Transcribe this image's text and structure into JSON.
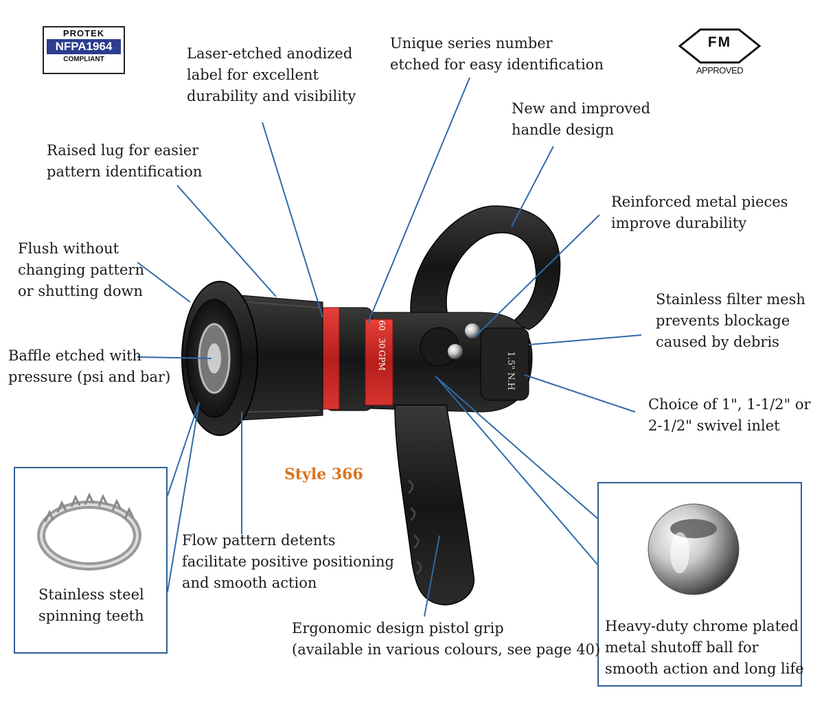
{
  "badges": {
    "protek_top": "PROTEK",
    "protek_middle": "NFPA1964",
    "protek_bottom": "COMPLIANT",
    "fm_top": "FM",
    "fm_bottom": "APPROVED"
  },
  "product_style": "Style 366",
  "nozzle_markings": {
    "gpm": "GPM",
    "gpm_30": "30",
    "gpm_60": "60",
    "inlet_size": "1.5\" N.H"
  },
  "callouts": {
    "laser_label": "Laser-etched anodized\nlabel for excellent\ndurability and visibility",
    "series_number": "Unique series number\netched for easy identification",
    "handle": "New and improved\nhandle design",
    "raised_lug": "Raised lug for easier\npattern identification",
    "reinforced": "Reinforced metal pieces\nimprove durability",
    "flush": "Flush without\nchanging pattern\nor shutting down",
    "filter": "Stainless filter mesh\nprevents blockage\ncaused by debris",
    "baffle": "Baffle etched with\npressure (psi and bar)",
    "inlet": "Choice of 1\", 1-1/2\" or\n2-1/2\" swivel inlet",
    "teeth": "Stainless steel\nspinning teeth",
    "detents": "Flow pattern detents\nfacilitate positive positioning\nand smooth action",
    "grip": "Ergonomic design pistol grip\n(available in various colours, see page 40)",
    "ball": "Heavy-duty chrome plated\nmetal shutoff ball for\nsmooth action and long life"
  },
  "colors": {
    "leader_lines": "#2f6aa8",
    "style_label": "#d9731f",
    "nozzle_black": "#1c1c1c",
    "nozzle_red": "#cf2a26",
    "badge_blue": "#2c3d8f"
  }
}
